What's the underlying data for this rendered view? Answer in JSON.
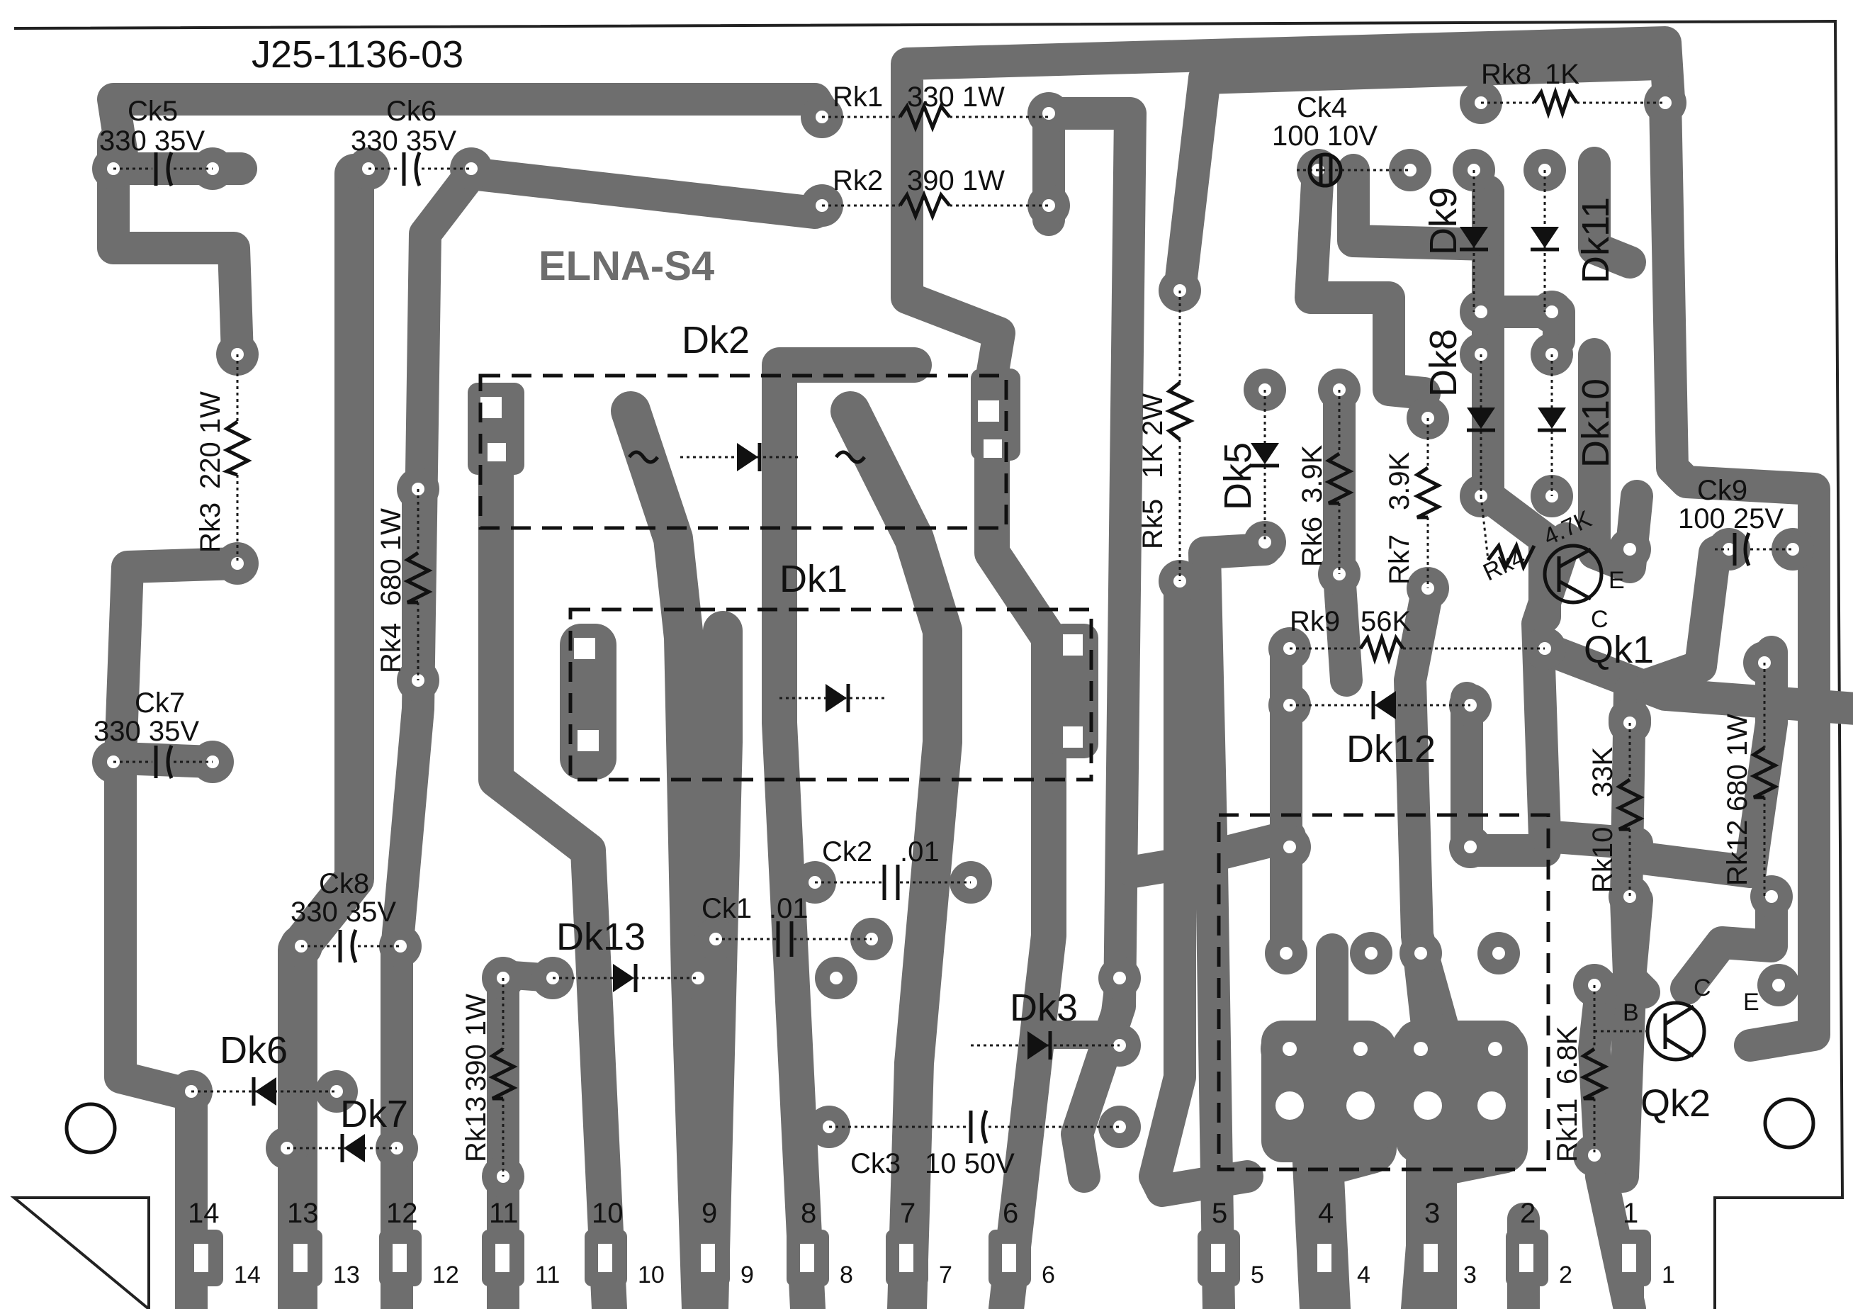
{
  "board": {
    "part_number": "J25-1136-03",
    "brand": "ELNA-S4"
  },
  "components": {
    "ck5": {
      "ref": "Ck5",
      "value": "330 35V"
    },
    "ck6": {
      "ref": "Ck6",
      "value": "330 35V"
    },
    "ck7": {
      "ref": "Ck7",
      "value": "330 35V"
    },
    "ck8": {
      "ref": "Ck8",
      "value": "330 35V"
    },
    "ck4": {
      "ref": "Ck4",
      "value": "100 10V"
    },
    "ck9": {
      "ref": "Ck9",
      "value": "100 25V"
    },
    "ck1": {
      "ref": "Ck1",
      "value": ".01"
    },
    "ck2": {
      "ref": "Ck2",
      "value": ".01"
    },
    "ck3": {
      "ref": "Ck3",
      "value": "10 50V"
    },
    "rk1": {
      "ref": "Rk1",
      "value": "330 1W"
    },
    "rk2": {
      "ref": "Rk2",
      "value": "390 1W"
    },
    "rk3": {
      "ref": "Rk3",
      "value": "220 1W"
    },
    "rk4": {
      "ref": "Rk4",
      "value": "680 1W"
    },
    "rk5": {
      "ref": "Rk5",
      "value": "1K 2W"
    },
    "rk6": {
      "ref": "Rk6",
      "value": "3.9K"
    },
    "rk7": {
      "ref": "Rk7",
      "value": "3.9K"
    },
    "rk8": {
      "ref": "Rk8",
      "value": "1K"
    },
    "rk9": {
      "ref": "Rk9",
      "value": "56K"
    },
    "rk10": {
      "ref": "Rk10",
      "value": "33K"
    },
    "rk11": {
      "ref": "Rk11",
      "value": "6.8K"
    },
    "rk12": {
      "ref": "Rk12",
      "value": "680 1W"
    },
    "rk13": {
      "ref": "Rk13",
      "value": "390 1W"
    },
    "rk4b": {
      "ref": "Rk4",
      "value": "4.7K"
    },
    "dk1": {
      "ref": "Dk1"
    },
    "dk2": {
      "ref": "Dk2"
    },
    "dk3": {
      "ref": "Dk3"
    },
    "dk5": {
      "ref": "Dk5"
    },
    "dk6": {
      "ref": "Dk6"
    },
    "dk7": {
      "ref": "Dk7"
    },
    "dk8": {
      "ref": "Dk8"
    },
    "dk9": {
      "ref": "Dk9"
    },
    "dk10": {
      "ref": "Dk10"
    },
    "dk11": {
      "ref": "Dk11"
    },
    "dk12": {
      "ref": "Dk12"
    },
    "dk13": {
      "ref": "Dk13"
    },
    "qk1": {
      "ref": "Qk1",
      "pins": [
        "E",
        "C"
      ]
    },
    "qk2": {
      "ref": "Qk2",
      "pins": [
        "B",
        "C",
        "E"
      ]
    }
  },
  "connector_pins": [
    "14",
    "13",
    "12",
    "11",
    "10",
    "9",
    "8",
    "7",
    "6",
    "5",
    "4",
    "3",
    "2",
    "1"
  ]
}
